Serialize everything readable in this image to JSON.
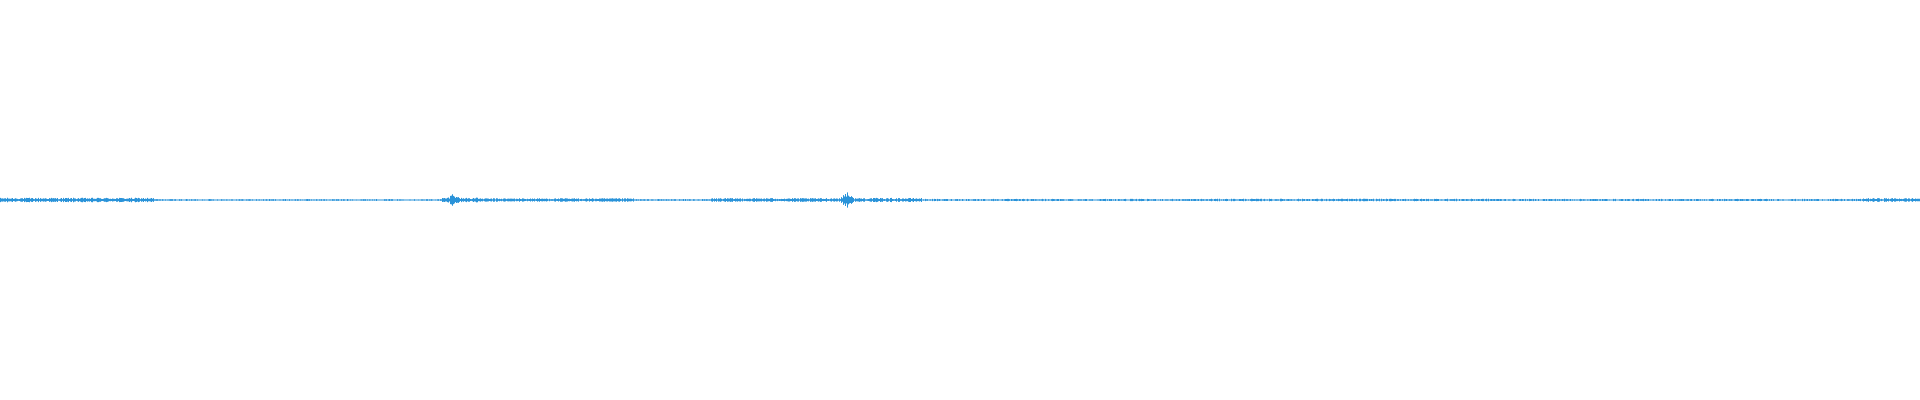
{
  "waveform": {
    "color": "#2a93d9",
    "background": "#ffffff",
    "amplitude_profile": {
      "baseline": 0.02,
      "segments": [
        {
          "from": 0.0,
          "to": 0.08,
          "level": 0.28
        },
        {
          "from": 0.08,
          "to": 0.23,
          "level": 0.12
        },
        {
          "from": 0.23,
          "to": 0.25,
          "level": 0.3
        },
        {
          "from": 0.25,
          "to": 0.33,
          "level": 0.22
        },
        {
          "from": 0.33,
          "to": 0.37,
          "level": 0.12
        },
        {
          "from": 0.37,
          "to": 0.43,
          "level": 0.24
        },
        {
          "from": 0.43,
          "to": 0.48,
          "level": 0.26
        },
        {
          "from": 0.48,
          "to": 0.63,
          "level": 0.14
        },
        {
          "from": 0.63,
          "to": 0.78,
          "level": 0.16
        },
        {
          "from": 0.78,
          "to": 0.97,
          "level": 0.14
        },
        {
          "from": 0.97,
          "to": 1.0,
          "level": 0.24
        }
      ],
      "peaks": [
        {
          "at": 0.236,
          "level": 1.0
        },
        {
          "at": 0.441,
          "level": 1.25
        }
      ]
    }
  }
}
